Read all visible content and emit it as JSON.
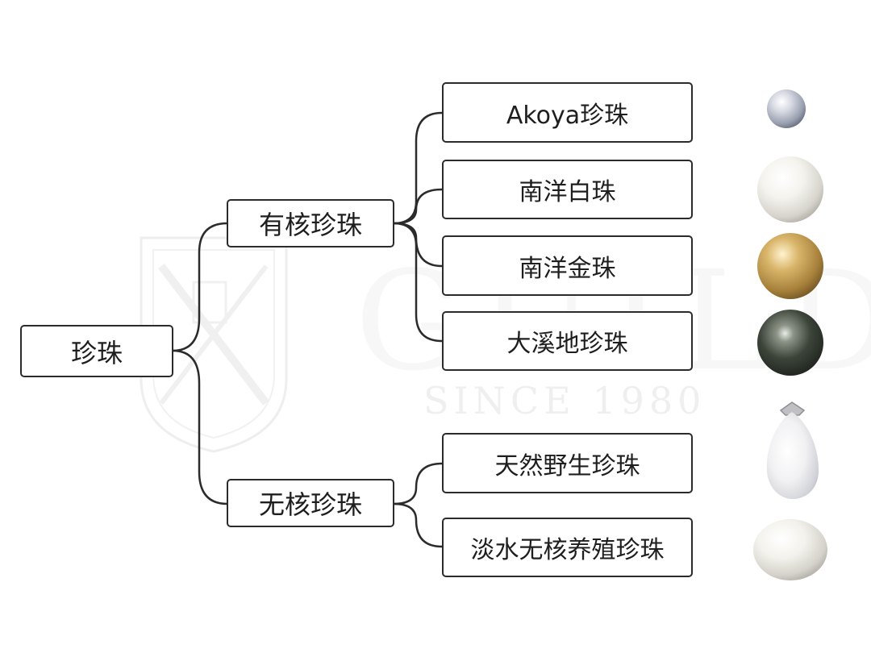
{
  "watermark": {
    "brand": "GUILD",
    "since": "SINCE 1980"
  },
  "diagram": {
    "root": "珍珠",
    "branches": [
      {
        "label": "有核珍珠",
        "children": [
          {
            "label": "Akoya珍珠",
            "pearl": "akoya-pearl-icon",
            "color": "#b8bcc8"
          },
          {
            "label": "南洋白珠",
            "pearl": "south-sea-white-pearl-icon",
            "color": "#f2f0ea"
          },
          {
            "label": "南洋金珠",
            "pearl": "south-sea-golden-pearl-icon",
            "color": "#c9a24a"
          },
          {
            "label": "大溪地珍珠",
            "pearl": "tahitian-pearl-icon",
            "color": "#3a4036"
          }
        ]
      },
      {
        "label": "无核珍珠",
        "children": [
          {
            "label": "天然野生珍珠",
            "pearl": "natural-wild-pearl-icon",
            "color": "#eeeef0"
          },
          {
            "label": "淡水无核养殖珍珠",
            "pearl": "freshwater-pearl-icon",
            "color": "#f0efe9"
          }
        ]
      }
    ]
  }
}
